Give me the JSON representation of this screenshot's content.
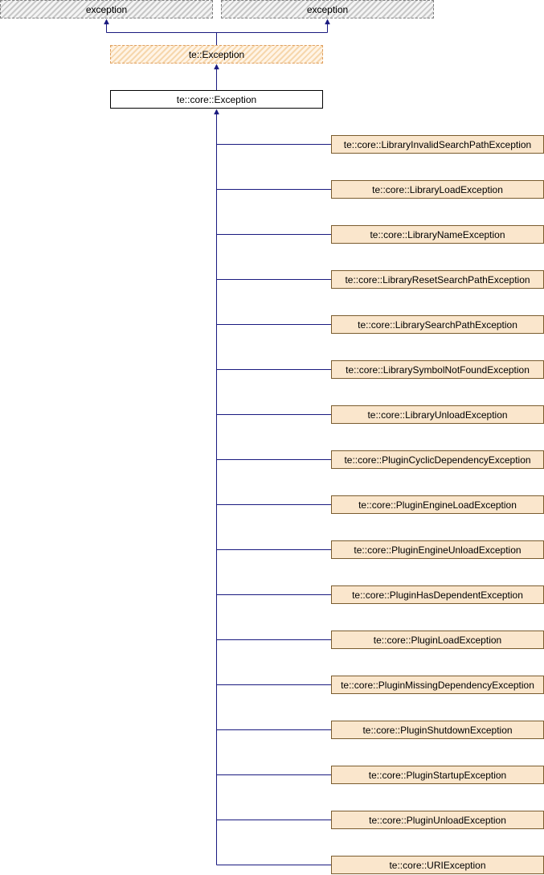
{
  "diagram": {
    "colors": {
      "edge": "#1a1a80",
      "derived_fill": "#fae6cc",
      "derived_border": "#7a5c2e",
      "undocumented_fill": "#fcebd6",
      "undocumented_border": "#e0a060",
      "external_border": "#808080"
    },
    "external_bases": [
      {
        "label": "exception"
      },
      {
        "label": "exception"
      }
    ],
    "base": {
      "label": "te::Exception"
    },
    "current": {
      "label": "te::core::Exception"
    },
    "derived": [
      {
        "label": "te::core::LibraryInvalidSearchPathException"
      },
      {
        "label": "te::core::LibraryLoadException"
      },
      {
        "label": "te::core::LibraryNameException"
      },
      {
        "label": "te::core::LibraryResetSearchPathException"
      },
      {
        "label": "te::core::LibrarySearchPathException"
      },
      {
        "label": "te::core::LibrarySymbolNotFoundException"
      },
      {
        "label": "te::core::LibraryUnloadException"
      },
      {
        "label": "te::core::PluginCyclicDependencyException"
      },
      {
        "label": "te::core::PluginEngineLoadException"
      },
      {
        "label": "te::core::PluginEngineUnloadException"
      },
      {
        "label": "te::core::PluginHasDependentException"
      },
      {
        "label": "te::core::PluginLoadException"
      },
      {
        "label": "te::core::PluginMissingDependencyException"
      },
      {
        "label": "te::core::PluginShutdownException"
      },
      {
        "label": "te::core::PluginStartupException"
      },
      {
        "label": "te::core::PluginUnloadException"
      },
      {
        "label": "te::core::URIException"
      }
    ]
  }
}
